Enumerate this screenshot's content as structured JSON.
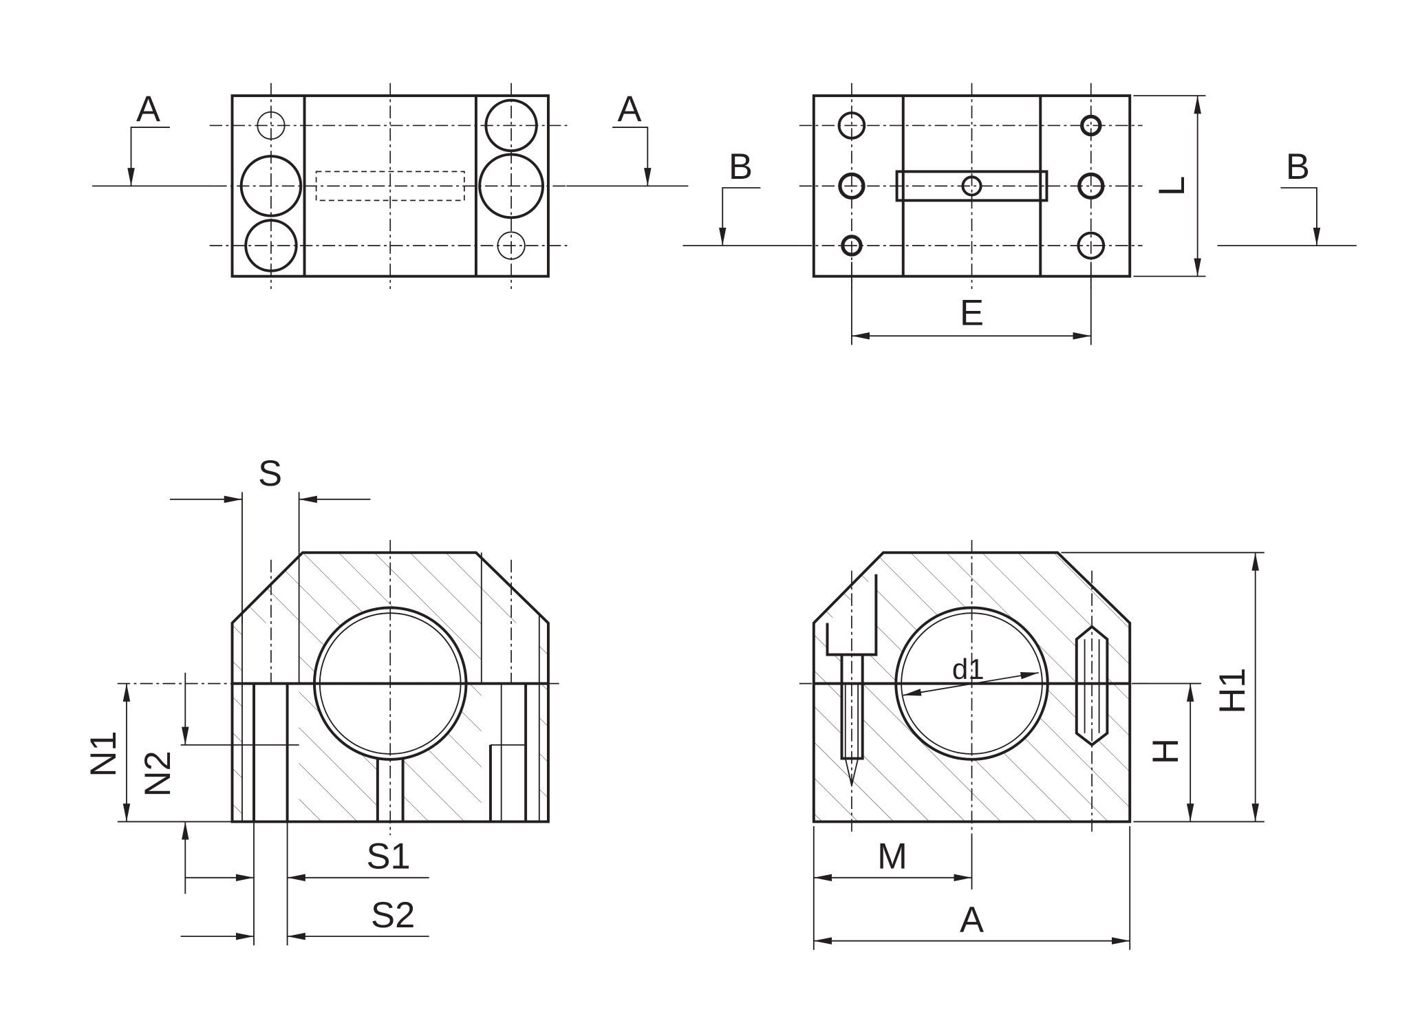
{
  "colors": {
    "line": "#231f20",
    "background": "#ffffff"
  },
  "views": {
    "top_left": {
      "section_label_left": "A",
      "section_label_right": "A"
    },
    "top_right": {
      "section_label_left": "B",
      "section_label_right": "B",
      "dim_length": "L",
      "dim_hole_spacing": "E"
    },
    "bottom_left": {
      "dim_s": "S",
      "dim_n1": "N1",
      "dim_n2": "N2",
      "dim_s1": "S1",
      "dim_s2": "S2"
    },
    "bottom_right": {
      "dim_bore": "d1",
      "dim_h": "H",
      "dim_h1": "H1",
      "dim_m": "M",
      "dim_a": "A"
    }
  }
}
